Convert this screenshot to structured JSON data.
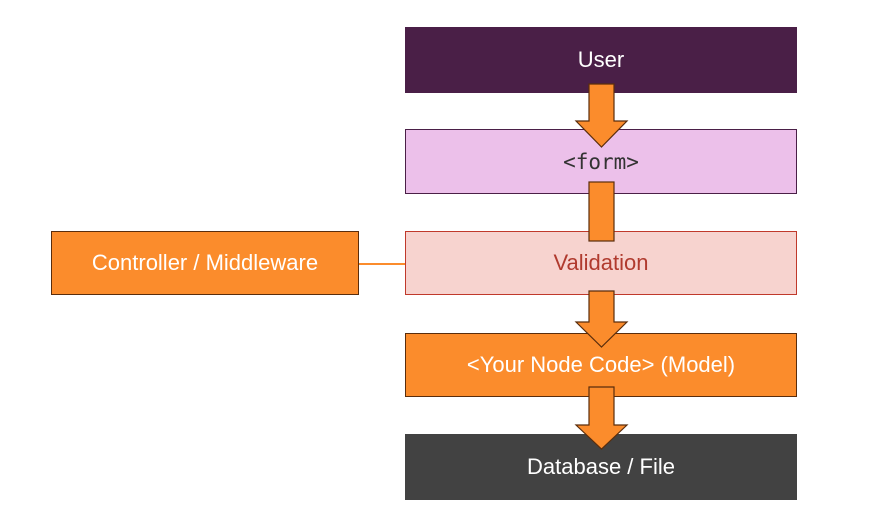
{
  "diagram": {
    "nodes": {
      "user": "User",
      "form": "<form>",
      "validation": "Validation",
      "controller": "Controller / Middleware",
      "node_code": "<Your Node Code> (Model)",
      "database": "Database / File"
    },
    "edges": [
      {
        "from": "user",
        "to": "form",
        "type": "arrow"
      },
      {
        "from": "form",
        "to": "validation",
        "type": "connector"
      },
      {
        "from": "validation",
        "to": "node_code",
        "type": "arrow"
      },
      {
        "from": "node_code",
        "to": "database",
        "type": "arrow"
      },
      {
        "from": "controller",
        "to": "validation",
        "type": "line"
      }
    ],
    "colors": {
      "user": "#4a1f47",
      "form": "#ecc0ea",
      "validation_fill": "#f7d3cf",
      "validation_text": "#b03a2e",
      "accent_orange": "#fb8c2c",
      "database": "#424242"
    }
  }
}
